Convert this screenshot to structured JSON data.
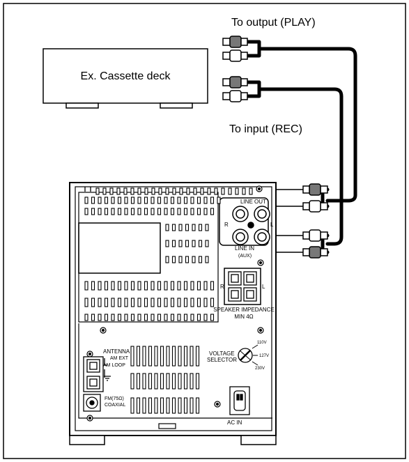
{
  "labels": {
    "to_output": "To output (PLAY)",
    "to_input": "To input (REC)",
    "cassette": "Ex. Cassette deck",
    "line_out": "LINE  OUT",
    "line_in": "LINE IN",
    "line_in_sub": "(AUX)",
    "line_out_r": "R",
    "line_out_l": "L",
    "line_in_r": "R",
    "line_in_l": "L",
    "speaker_r": "R",
    "speaker_l": "L",
    "speaker_impedance": "SPEAKER IMPEDANCE",
    "speaker_min": "MIN 4Ω",
    "antenna": "ANTENNA",
    "am_ext": "AM EXT",
    "am_loop": "AM LOOP",
    "fm": "FM(75Ω)",
    "coaxial": "COAXIAL",
    "voltage": "VOLTAGE",
    "selector": "SELECTOR",
    "v110": "110V",
    "v127": "127V",
    "v230": "230V",
    "ac_in": "AC IN"
  },
  "colors": {
    "line": "#000000",
    "plug_dark": "#777777",
    "plug_light": "#ffffff",
    "background": "#ffffff"
  }
}
